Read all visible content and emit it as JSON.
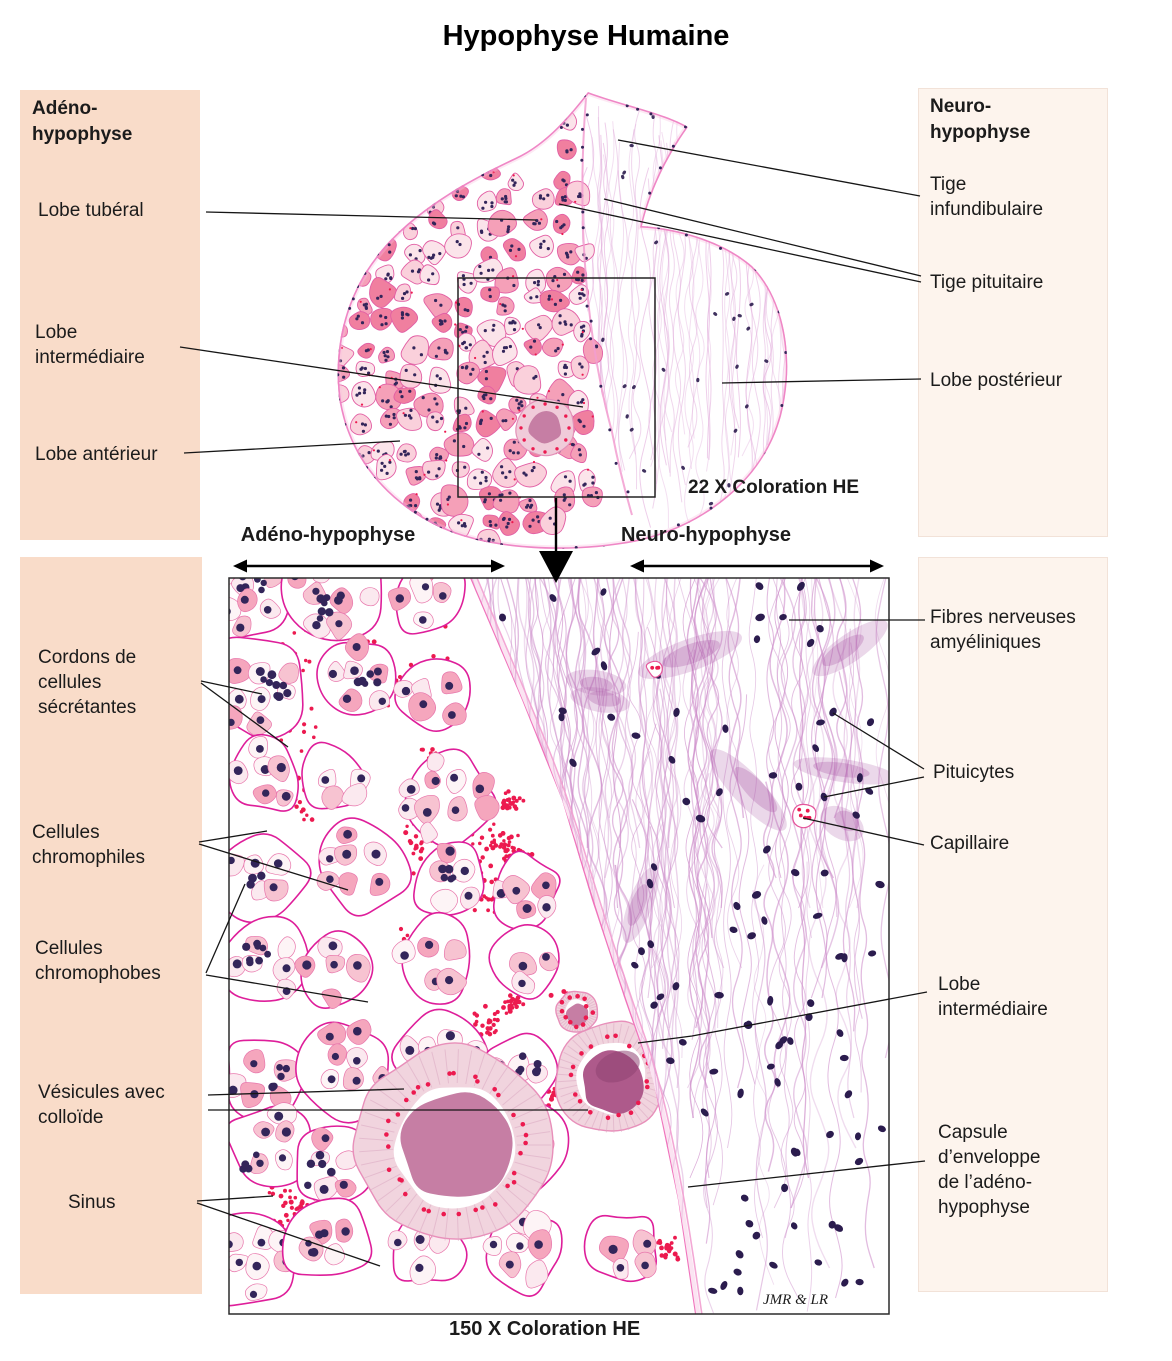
{
  "title": "Hypophyse Humaine",
  "panels": {
    "adeno_top": {
      "title": "Adéno-\nhypophyse",
      "labels": {
        "tuberal": "Lobe tubéral",
        "intermediaire": "Lobe\nintermédiaire",
        "anterieur": "Lobe antérieur"
      }
    },
    "neuro_top": {
      "title": "Neuro-\nhypophyse",
      "labels": {
        "infundibulaire": "Tige\ninfundibulaire",
        "pituitaire": "Tige pituitaire",
        "posterieur": "Lobe postérieur"
      }
    },
    "adeno_bottom": {
      "labels": {
        "cordons": "Cordons de\ncellules\nsécrétantes",
        "chromophiles": "Cellules\nchromophiles",
        "chromophobes": "Cellules\nchromophobes",
        "vesicules": "Vésicules avec\ncolloïde",
        "sinus": "Sinus"
      }
    },
    "neuro_bottom": {
      "labels": {
        "fibres": "Fibres nerveuses\namyéliniques",
        "pituicytes": "Pituicytes",
        "capillaire": "Capillaire",
        "lobe_intermediaire": "Lobe\nintermédiaire",
        "capsule": "Capsule\nd’enveloppe\nde l’adéno-\nhypophyse"
      }
    }
  },
  "figures": {
    "overview": {
      "caption": "22 X Coloration HE"
    },
    "detail": {
      "caption": "150 X Coloration HE",
      "signature": "JMR  & LR",
      "arrows": {
        "adeno": "Adéno-hypophyse",
        "neuro": "Neuro-hypophyse"
      }
    }
  },
  "colors": {
    "panel_peach": "#F9DCC9",
    "panel_cream": "#FDF4ED",
    "stain_magenta": "#DE1E9A",
    "cell_pink": "#F5A6BD",
    "cell_pale": "#FBE9EF",
    "nucleus_purple": "#33255A",
    "rbc_red": "#EC1A4F",
    "fiber_violet": "#CE8FCB",
    "neuro_nucleus": "#2B1C4E",
    "capsule_pink": "#EF6DB8",
    "colloid_mauve": "#C67EA4",
    "colloid_dark": "#A85387"
  }
}
